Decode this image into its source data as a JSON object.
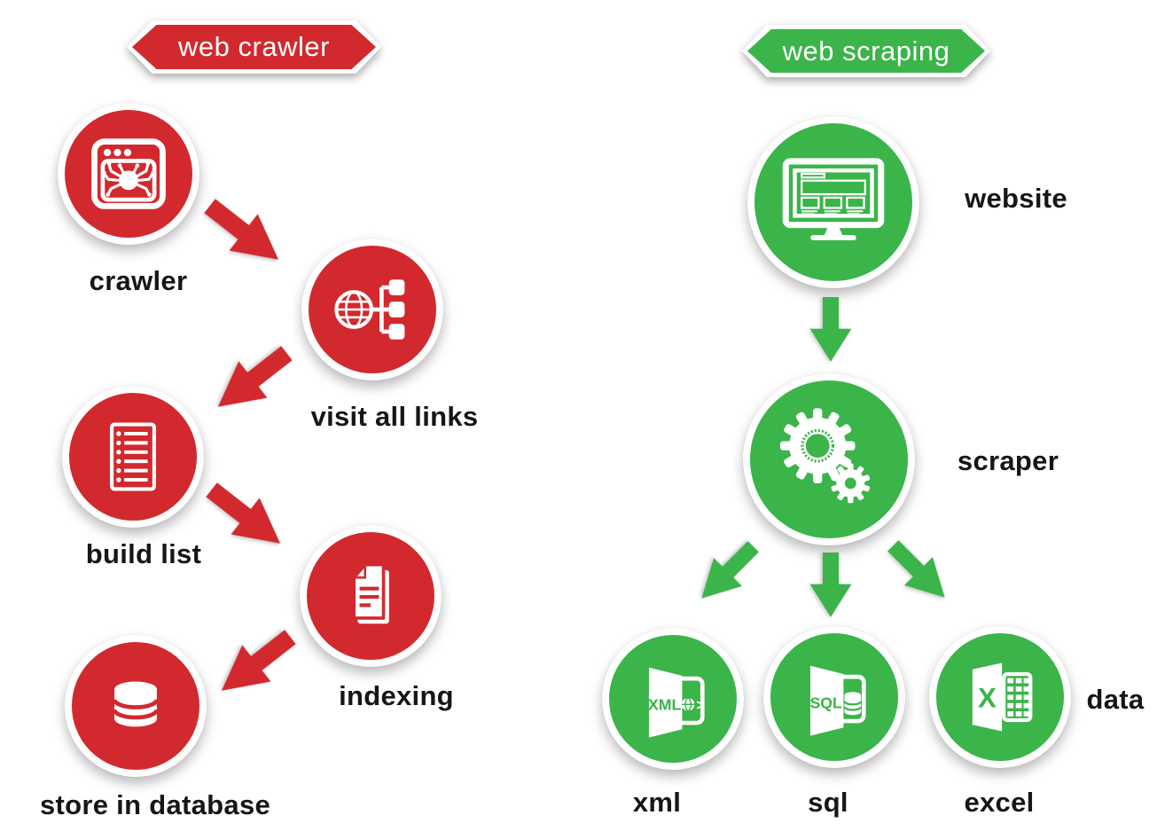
{
  "title": "web crawler vs web scraping workflow diagram",
  "colors": {
    "red": "#d2292e",
    "green": "#3bb44a",
    "label_text": "#161616",
    "banner_text": "#ffffff",
    "background": "#ffffff"
  },
  "left_flow": {
    "banner": "web crawler",
    "steps": [
      {
        "id": "crawler",
        "label": "crawler",
        "icon": "spider-browser-icon"
      },
      {
        "id": "visit_all_links",
        "label": "visit all links",
        "icon": "globe-sitemap-icon"
      },
      {
        "id": "build_list",
        "label": "build list",
        "icon": "document-list-icon"
      },
      {
        "id": "indexing",
        "label": "indexing",
        "icon": "stacked-documents-icon"
      },
      {
        "id": "store_in_database",
        "label": "store in database",
        "icon": "database-icon"
      }
    ]
  },
  "right_flow": {
    "banner": "web scraping",
    "steps": [
      {
        "id": "website",
        "label": "website",
        "icon": "monitor-website-icon"
      },
      {
        "id": "scraper",
        "label": "scraper",
        "icon": "gears-icon"
      },
      {
        "id": "xml",
        "label": "xml",
        "icon": "xml-file-icon",
        "icon_text": "XML"
      },
      {
        "id": "sql",
        "label": "sql",
        "icon": "sql-file-icon",
        "icon_text": "SQL"
      },
      {
        "id": "excel",
        "label": "excel",
        "icon": "excel-file-icon",
        "icon_text": "X"
      }
    ],
    "output_label": "data"
  }
}
